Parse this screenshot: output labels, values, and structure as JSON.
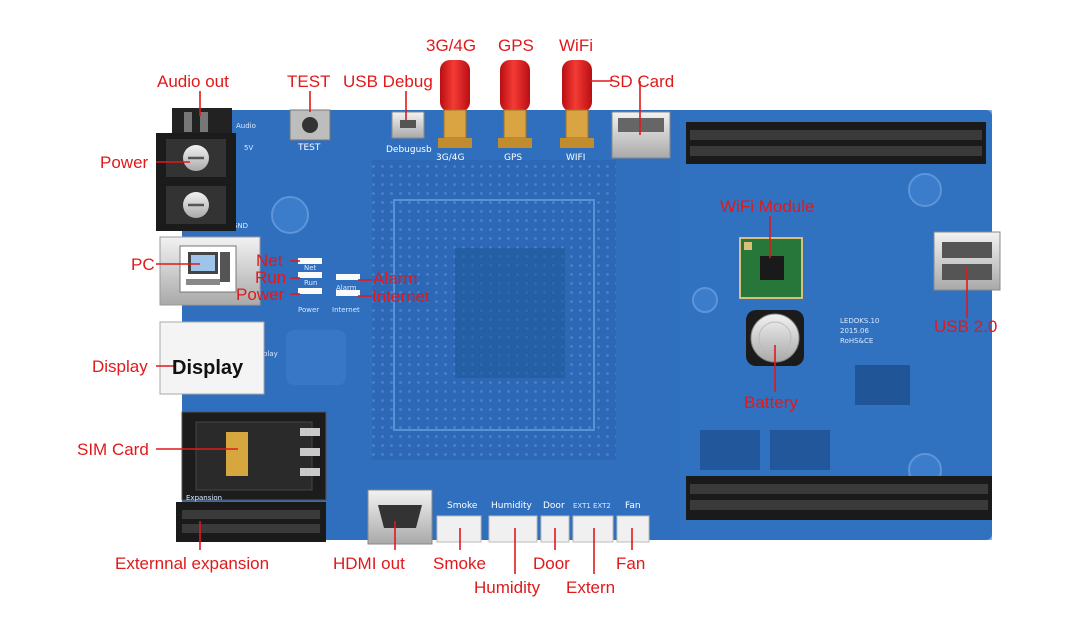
{
  "labels": {
    "audio_out": "Audio out",
    "test": "TEST",
    "usb_debug": "USB Debug",
    "g34": "3G/4G",
    "gps": "GPS",
    "wifi": "WiFi",
    "sd_card": "SD Card",
    "power": "Power",
    "pc": "PC",
    "net": "Net",
    "run": "Run",
    "power_led": "Power",
    "alarm": "Alarm",
    "internet": "Internet",
    "wifi_module": "WiFi Module",
    "usb20": "USB 2.0",
    "display": "Display",
    "display_overlay": "Display",
    "battery": "Battery",
    "sim_card": "SIM Card",
    "external_expansion": "Externnal expansion",
    "hdmi_out": "HDMI out",
    "smoke": "Smoke",
    "humidity": "Humidity",
    "door": "Door",
    "extern": "Extern",
    "fan": "Fan"
  },
  "silkscreen": {
    "test": "TEST",
    "debugusb": "Debugusb",
    "g34": "3G/4G",
    "gps": "GPS",
    "wifi": "WIFI",
    "net": "Net",
    "run": "Run",
    "power": "Power",
    "alarm": "Alarm",
    "internet": "Internet",
    "expansion": "Expansion",
    "smoke": "Smoke",
    "humidity": "Humidity",
    "door": "Door",
    "ext1": "EXT1",
    "ext2": "EXT2",
    "fan": "Fan",
    "audio": "Audio",
    "display": "Display",
    "board_id": "LEDOKS.10",
    "board_date": "2015.06",
    "board_rohs": "RoHS&CE",
    "gnd": "GND",
    "v5": "5V"
  },
  "colors": {
    "label": "#e0191b",
    "board": "#2f6fbe",
    "antenna": "#e0201f",
    "gold": "#d9a441"
  }
}
